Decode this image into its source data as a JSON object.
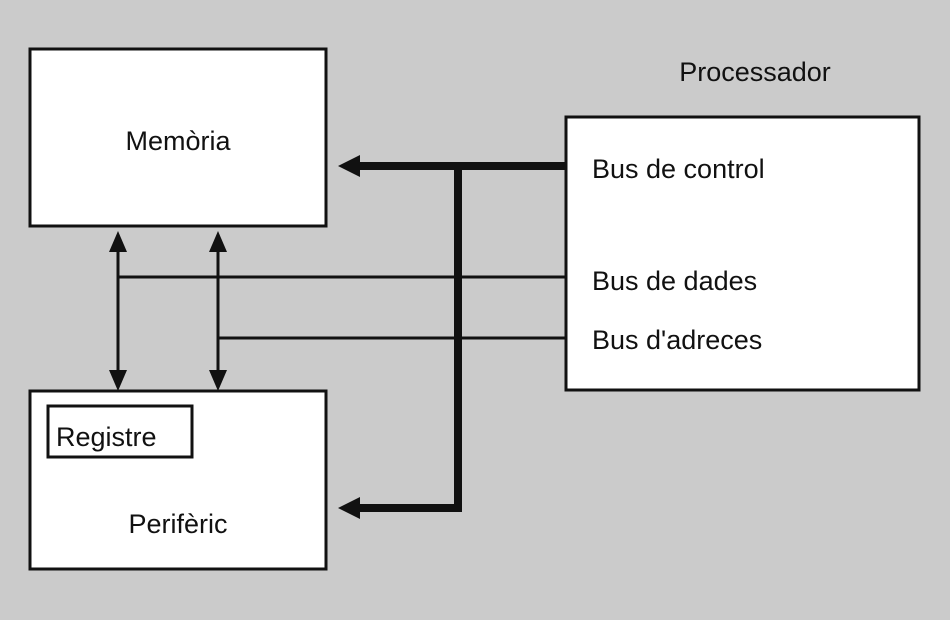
{
  "diagram": {
    "title": "Processador",
    "background_color": "#cbcbcb",
    "box_fill": "#ffffff",
    "line_color": "#111111",
    "blocks": {
      "memory": {
        "label": "Memòria"
      },
      "peripheral": {
        "label": "Perifèric",
        "register_label": "Registre"
      },
      "processor": {
        "title": "Processador",
        "buses": [
          {
            "label": "Bus de control"
          },
          {
            "label": "Bus de dades"
          },
          {
            "label": "Bus d'adreces"
          }
        ]
      }
    },
    "connections": [
      {
        "name": "control-bus-to-memory",
        "style": "thick",
        "arrow": "left"
      },
      {
        "name": "control-bus-to-peripheral",
        "style": "thick",
        "arrow": "left"
      },
      {
        "name": "data-bus-memory-peripheral",
        "style": "thin",
        "arrow": "both"
      },
      {
        "name": "address-bus-memory-peripheral",
        "style": "thin",
        "arrow": "both"
      }
    ]
  }
}
